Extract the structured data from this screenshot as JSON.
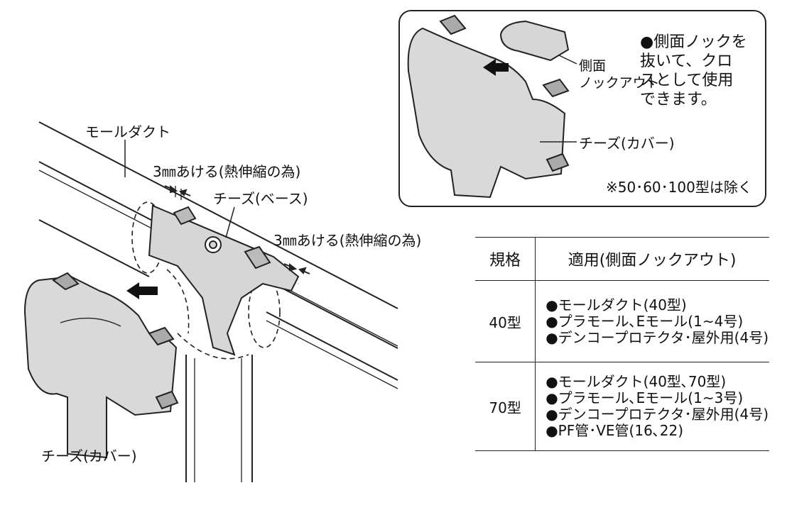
{
  "labels": {
    "mall_duct": "モールダクト",
    "gap_top": "3㎜あける(熱伸縮の為)",
    "tees_base": "チーズ(ベース)",
    "gap_right": "3㎜あける(熱伸縮の為)",
    "tees_cover_main": "チーズ(カバー)"
  },
  "inset": {
    "knockout_label_1": "側面",
    "knockout_label_2": "ノックアウト",
    "note_lines": [
      "●側面ノックを",
      "抜いて、クロ",
      "スとして使用",
      "できます。"
    ],
    "tees_cover": "チーズ(カバー)",
    "exclusion": "※50･60･100型は除く"
  },
  "table": {
    "header": {
      "col1": "規格",
      "col2": "適用(側面ノックアウト)"
    },
    "rows": [
      {
        "size": "40型",
        "items": [
          "●モールダクト(40型)",
          "●プラモール､Eモール(1~4号)",
          "●デンコープロテクタ･屋外用(4号)"
        ]
      },
      {
        "size": "70型",
        "items": [
          "●モールダクト(40型､70型)",
          "●プラモール､Eモール(1~3号)",
          "●デンコープロテクタ･屋外用(4号)",
          "●PF管･VE管(16､22)"
        ]
      }
    ]
  }
}
